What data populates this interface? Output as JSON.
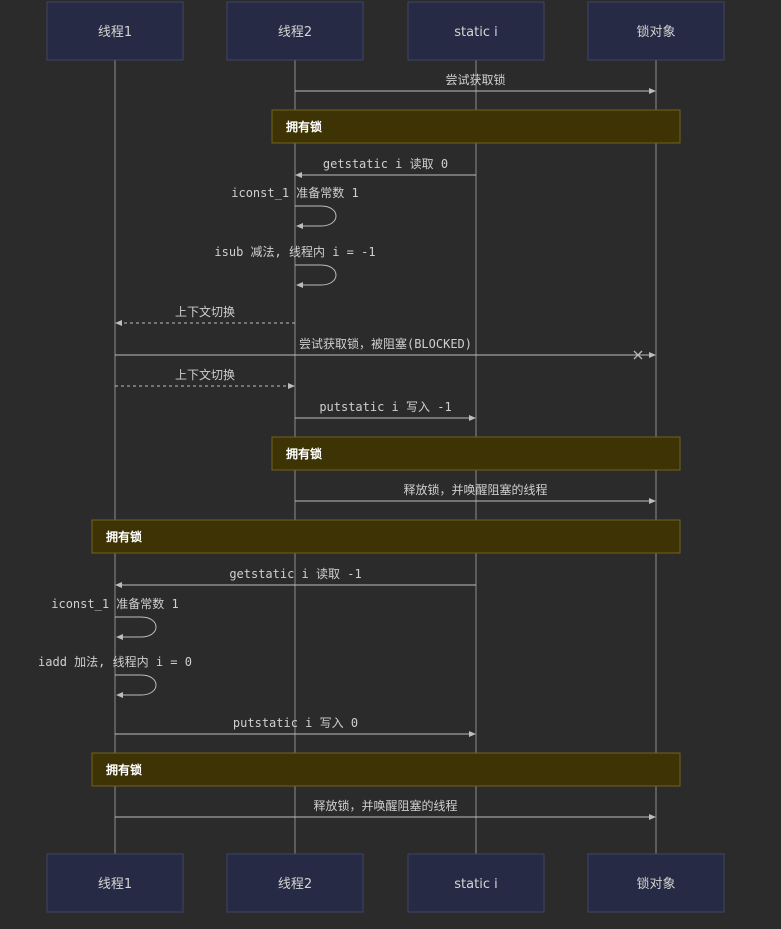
{
  "actors": [
    {
      "id": "t1",
      "label": "线程1"
    },
    {
      "id": "t2",
      "label": "线程2"
    },
    {
      "id": "si",
      "label": "static i"
    },
    {
      "id": "lock",
      "label": "锁对象"
    }
  ],
  "steps": [
    {
      "kind": "message",
      "from": "t2",
      "to": "lock",
      "style": "solid",
      "label": "尝试获取锁"
    },
    {
      "kind": "note",
      "from": "t2",
      "to": "lock",
      "label": "拥有锁"
    },
    {
      "kind": "message",
      "from": "si",
      "to": "t2",
      "style": "solid",
      "label": "getstatic i 读取 0"
    },
    {
      "kind": "self",
      "actor": "t2",
      "label": "iconst_1 准备常数 1"
    },
    {
      "kind": "self",
      "actor": "t2",
      "label": "isub 减法, 线程内 i = -1"
    },
    {
      "kind": "message",
      "from": "t2",
      "to": "t1",
      "style": "dashed",
      "label": "上下文切换"
    },
    {
      "kind": "message",
      "from": "t1",
      "to": "lock",
      "style": "solid",
      "label": "尝试获取锁，被阻塞(BLOCKED)",
      "cross": true
    },
    {
      "kind": "message",
      "from": "t1",
      "to": "t2",
      "style": "dashed",
      "label": "上下文切换"
    },
    {
      "kind": "message",
      "from": "t2",
      "to": "si",
      "style": "solid",
      "label": "putstatic i 写入 -1"
    },
    {
      "kind": "note",
      "from": "t2",
      "to": "lock",
      "label": "拥有锁"
    },
    {
      "kind": "message",
      "from": "t2",
      "to": "lock",
      "style": "solid",
      "label": "释放锁，并唤醒阻塞的线程"
    },
    {
      "kind": "note",
      "from": "t1",
      "to": "lock",
      "label": "拥有锁"
    },
    {
      "kind": "message",
      "from": "si",
      "to": "t1",
      "style": "solid",
      "label": "getstatic i 读取 -1"
    },
    {
      "kind": "self",
      "actor": "t1",
      "label": "iconst_1 准备常数 1"
    },
    {
      "kind": "self",
      "actor": "t1",
      "label": "iadd 加法, 线程内 i = 0"
    },
    {
      "kind": "message",
      "from": "t1",
      "to": "si",
      "style": "solid",
      "label": "putstatic i 写入 0"
    },
    {
      "kind": "note",
      "from": "t1",
      "to": "lock",
      "label": "拥有锁"
    },
    {
      "kind": "message",
      "from": "t1",
      "to": "lock",
      "style": "solid",
      "label": "释放锁，并唤醒阻塞的线程"
    }
  ],
  "colors": {
    "background": "#2b2b2b",
    "actor_fill": "#262a44",
    "note_fill": "#3d3305",
    "line": "#bdbdbd"
  }
}
